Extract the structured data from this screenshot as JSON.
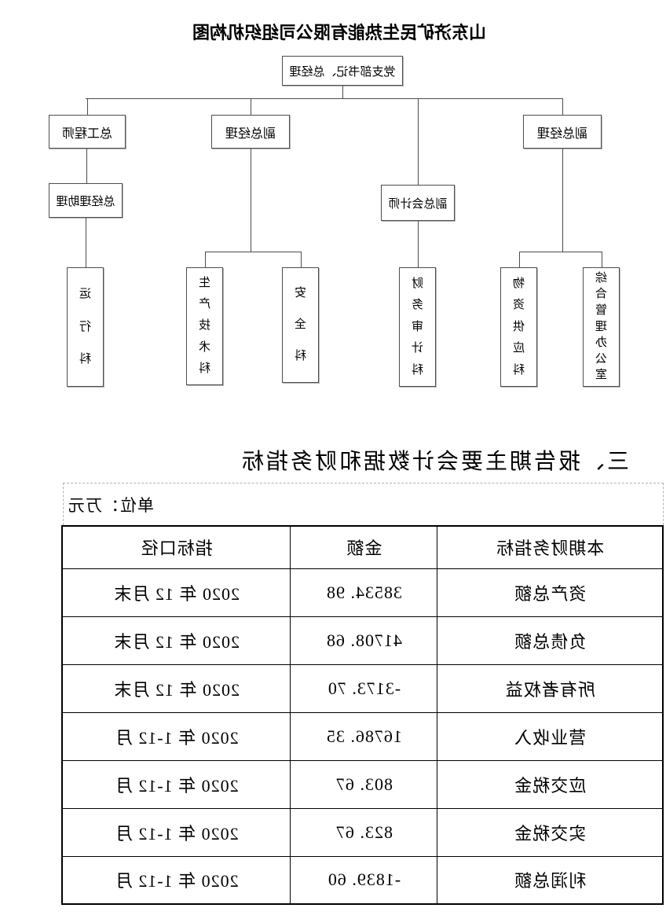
{
  "org_chart": {
    "title": "山东济矿民生热能有限公司组织机构图",
    "root": "党支部书记、总经理",
    "deputy_gm_1": "副总经理",
    "deputy_chief_accountant": "副总会计师",
    "deputy_gm_2": "副总经理",
    "chief_engineer": "总工程师",
    "gm_assistant": "总经理助理",
    "dept_general_office": "综合管理办公室",
    "dept_material_supply": "物资供应科",
    "dept_finance_audit": "财务审计科",
    "dept_safety": "安全科",
    "dept_production_tech": "生产技术科",
    "dept_operation": "运行科"
  },
  "report_section": {
    "heading": "三、报告期主要会计数据和财务指标",
    "unit_label": "单位：万元"
  },
  "financial_table": {
    "headers": [
      "本期财务指标",
      "金额",
      "指标口径"
    ],
    "rows": [
      [
        "资产总额",
        "38534. 98",
        "2020 年 12 月末"
      ],
      [
        "负债总额",
        "41708. 68",
        "2020 年 12 月末"
      ],
      [
        "所有者权益",
        "-3173. 70",
        "2020 年 12 月末"
      ],
      [
        "营业收入",
        "16786. 35",
        "2020 年 1-12 月"
      ],
      [
        "应交税金",
        "803. 67",
        "2020 年 1-12 月"
      ],
      [
        "实交税金",
        "823. 67",
        "2020 年 1-12 月"
      ],
      [
        "利润总额",
        "-1839. 60",
        "2020 年 1-12 月"
      ]
    ]
  }
}
